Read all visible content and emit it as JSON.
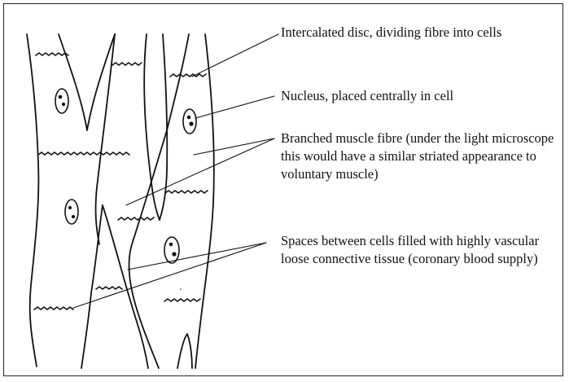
{
  "annotations": {
    "intercalated_disc": "Intercalated disc, dividing fibre into cells",
    "nucleus": "Nucleus, placed centrally in cell",
    "branched_fibre": "Branched muscle fibre (under the light microscope this would have a similar striated appearance to voluntary muscle)",
    "spaces": "Spaces between cells filled with highly vascular loose connective tissue (coronary blood supply)"
  },
  "colors": {
    "ink": "#111111",
    "background": "#ffffff"
  }
}
